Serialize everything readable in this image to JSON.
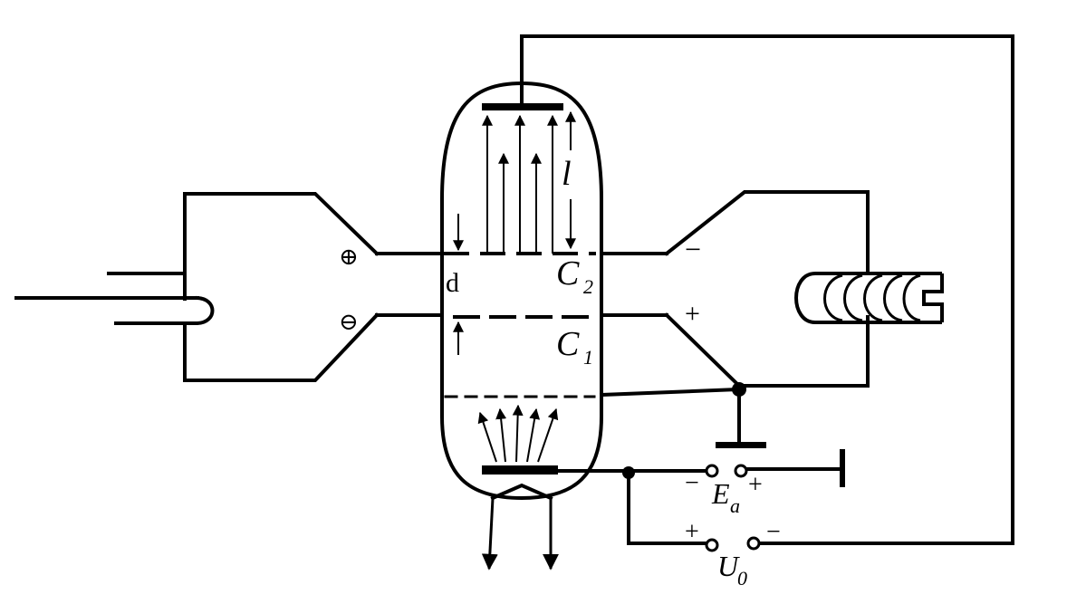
{
  "labels": {
    "plus_circle": "⊕",
    "minus_circle": "⊖",
    "d": "d",
    "l": "l",
    "c2": "C",
    "c2_sub": "2",
    "c1": "C",
    "c1_sub": "1",
    "right_minus": "−",
    "right_plus": "+",
    "ea_minus": "−",
    "ea": "E",
    "ea_sub": "a",
    "ea_plus": "+",
    "u0_plus": "+",
    "u0": "U",
    "u0_sub": "0",
    "u0_minus": "−"
  },
  "colors": {
    "stroke": "#000000",
    "background": "#ffffff"
  }
}
